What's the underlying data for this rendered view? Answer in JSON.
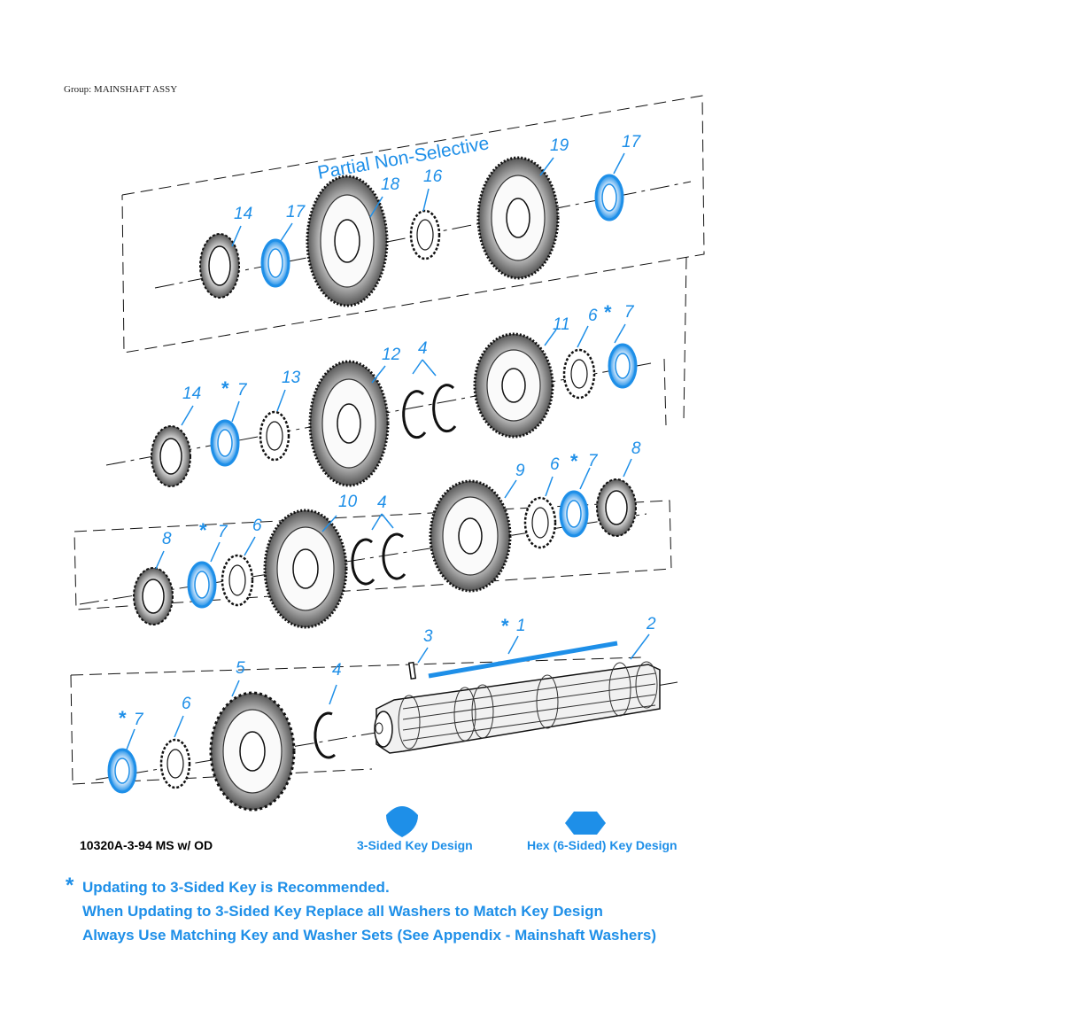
{
  "group_label": "Group: MAINSHAFT ASSY",
  "diagram_title": "Partial Non-Selective",
  "figure_code": "10320A-3-94 MS w/ OD",
  "key_designs": {
    "three_sided": "3-Sided Key Design",
    "hex": "Hex (6-Sided) Key Design"
  },
  "notes": {
    "star": "*",
    "line1": "Updating to 3-Sided Key is Recommended.",
    "line2": "When Updating to 3-Sided Key Replace all Washers to Match Key Design",
    "line3": "Always Use Matching Key and Washer Sets (See Appendix - Mainshaft Washers)"
  },
  "callouts": {
    "r1": [
      "14",
      "17",
      "18",
      "16",
      "19",
      "17"
    ],
    "r2": [
      "14",
      "7",
      "13",
      "12",
      "4",
      "11",
      "6",
      "7"
    ],
    "r3": [
      "8",
      "7",
      "6",
      "10",
      "4",
      "9",
      "6",
      "7",
      "8"
    ],
    "r4": [
      "7",
      "6",
      "5",
      "4",
      "3",
      "1",
      "2"
    ],
    "star": "*"
  },
  "colors": {
    "accent": "#1e8fe8",
    "line": "#111111"
  },
  "icons": [
    "three-sided-key-icon",
    "hex-key-icon",
    "gear-icon",
    "washer-icon",
    "snap-ring-icon",
    "shaft-icon"
  ]
}
